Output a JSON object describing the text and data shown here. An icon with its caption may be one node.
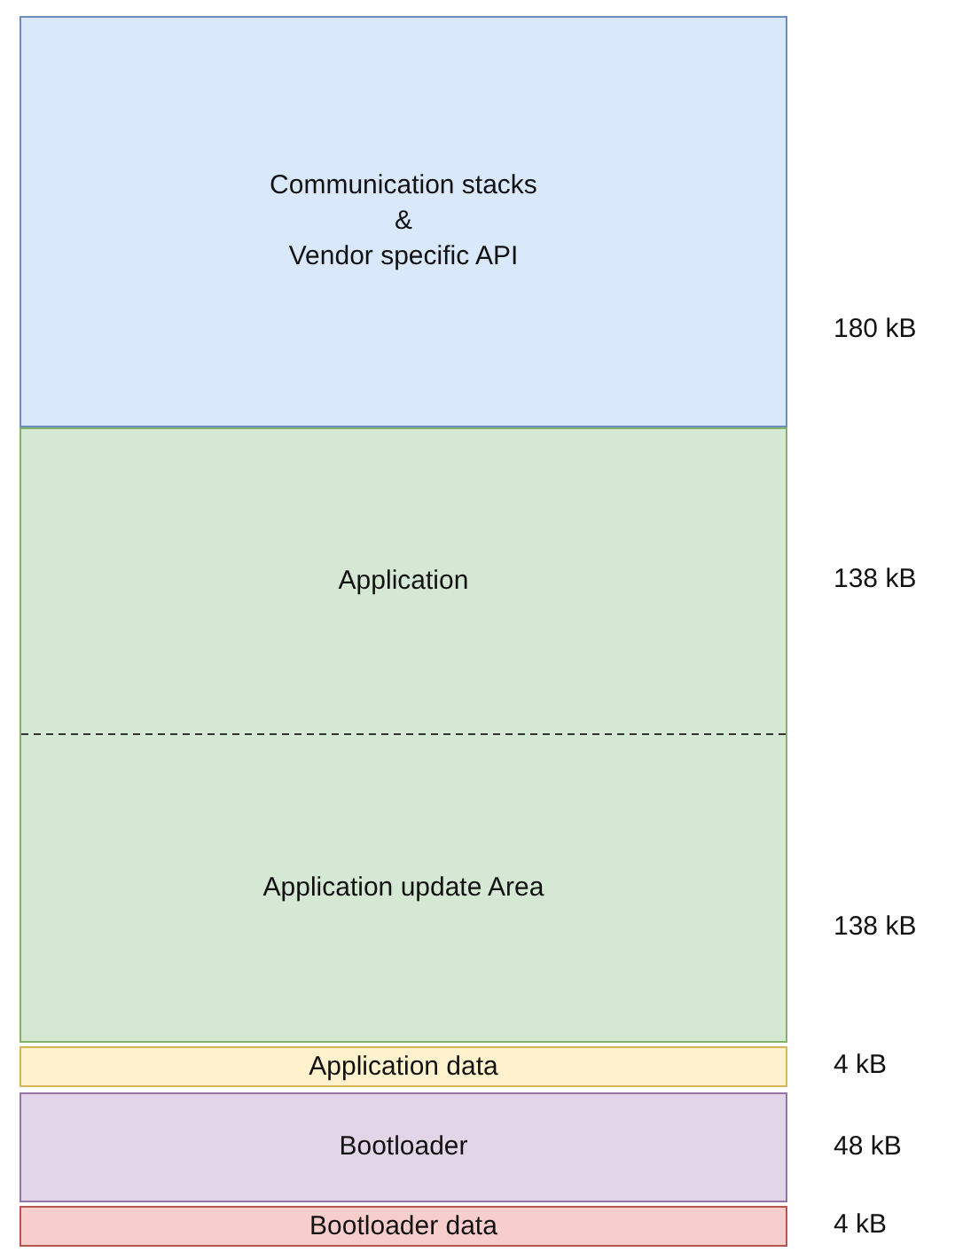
{
  "diagram": {
    "nodes": [
      {
        "text": [
          "Communication stacks",
          "&",
          "Vendor specific API"
        ],
        "beside": [
          "180 kB"
        ]
      },
      {
        "text": [
          "Application"
        ],
        "beside": [
          "138 kB"
        ]
      },
      {
        "text": [
          "Application update Area"
        ],
        "beside": [
          "138 kB"
        ]
      },
      {
        "text": [
          "Application data"
        ],
        "beside": [
          "4 kB"
        ]
      },
      {
        "text": [
          "Bootloader"
        ],
        "beside": [
          "48 kB"
        ]
      },
      {
        "text": [
          "Bootloader data"
        ],
        "beside": [
          "4 kB"
        ]
      }
    ]
  }
}
